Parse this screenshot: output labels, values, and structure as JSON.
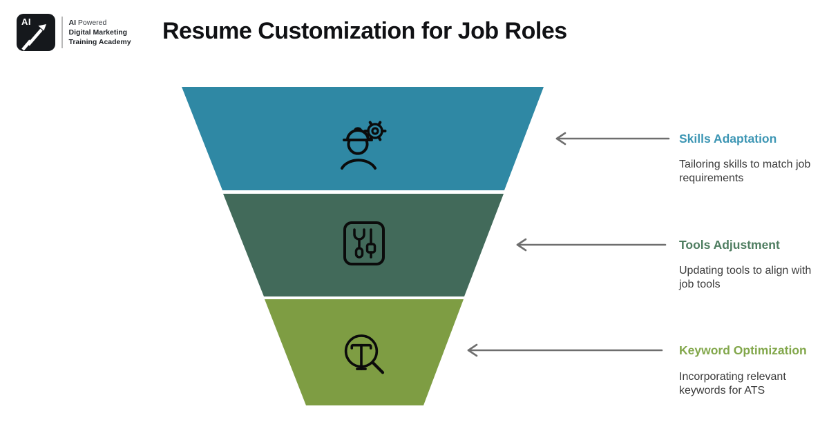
{
  "brand": {
    "logo_text": "AI",
    "tagline_bold_prefix": "AI",
    "tagline_regular": " Powered",
    "tagline_line2": "Digital Marketing",
    "tagline_line3": "Training Academy"
  },
  "header": {
    "title": "Resume Customization for Job Roles"
  },
  "funnel": {
    "icon_color": "#0b0b0b",
    "arrow_color": "#6e6e6e",
    "description_color": "#3a3a3a",
    "stages": [
      {
        "label": "Skills Adaptation",
        "description": "Tailoring skills to match job requirements",
        "fill": "#2F88A4",
        "label_color": "#3D96B4",
        "icon": "worker-gear-icon"
      },
      {
        "label": "Tools Adjustment",
        "description": "Updating tools to align with job tools",
        "fill": "#426A5A",
        "label_color": "#4E7D60",
        "icon": "wrench-screwdriver-icon"
      },
      {
        "label": "Keyword Optimization",
        "description": "Incorporating relevant keywords for ATS",
        "fill": "#7E9D43",
        "label_color": "#82A74B",
        "icon": "magnifier-letter-icon"
      }
    ]
  }
}
